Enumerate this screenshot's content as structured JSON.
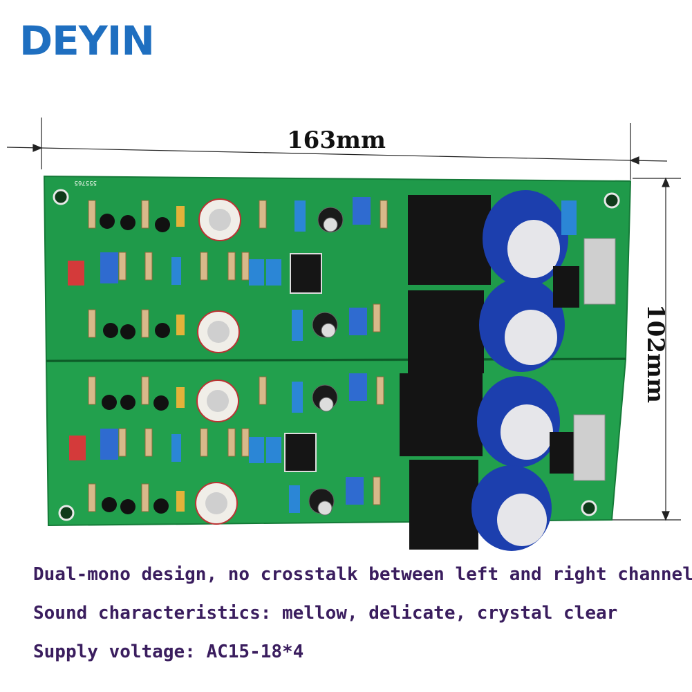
{
  "brand": {
    "logo_text": "DEYIN",
    "color": "#1f6fc0"
  },
  "dimensions": {
    "width_label": "163mm",
    "height_label": "102mm"
  },
  "board": {
    "silkscreen_code": "555765",
    "pcb_color": "#1f9a4a",
    "capacitor_color": "#1c3fae",
    "heatsink_color": "#141414"
  },
  "captions": [
    "Dual-mono design, no crosstalk between left and right channels",
    "Sound characteristics: mellow, delicate, crystal clear",
    "Supply voltage: AC15-18*4"
  ],
  "caption_color": "#3a1d5e"
}
